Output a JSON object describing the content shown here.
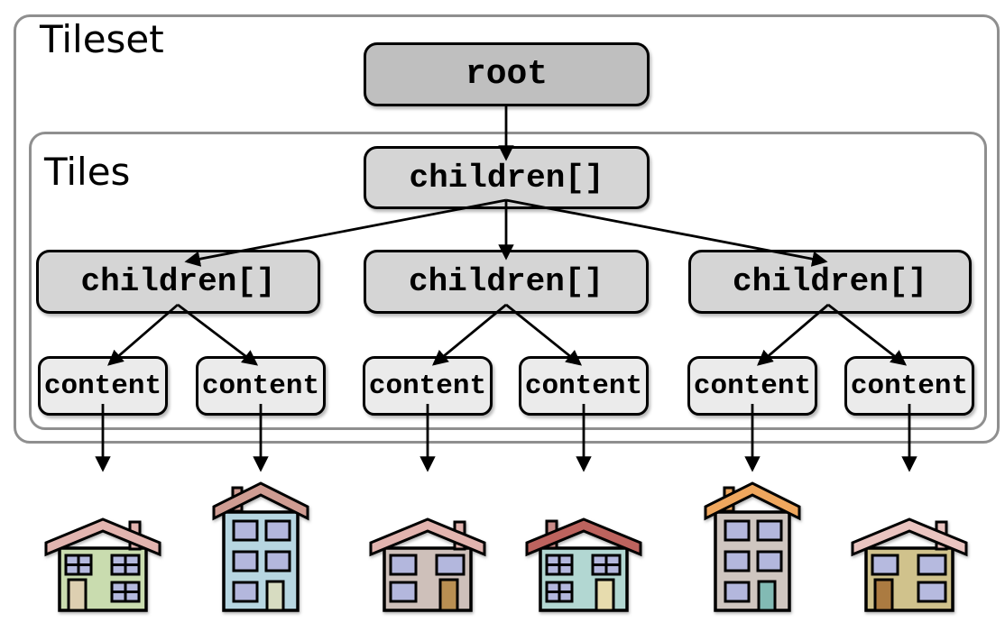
{
  "diagram": {
    "outer_group_label": "Tileset",
    "inner_group_label": "Tiles",
    "nodes": {
      "root": {
        "label": "root"
      },
      "children_top": {
        "label": "children[]"
      },
      "children_left": {
        "label": "children[]"
      },
      "children_middle": {
        "label": "children[]"
      },
      "children_right": {
        "label": "children[]"
      },
      "contents": [
        {
          "label": "content"
        },
        {
          "label": "content"
        },
        {
          "label": "content"
        },
        {
          "label": "content"
        },
        {
          "label": "content"
        },
        {
          "label": "content"
        }
      ]
    },
    "edges": [
      {
        "from": "root",
        "to": "children_top"
      },
      {
        "from": "children_top",
        "to": "children_left"
      },
      {
        "from": "children_top",
        "to": "children_middle"
      },
      {
        "from": "children_top",
        "to": "children_right"
      },
      {
        "from": "children_left",
        "to": "content_1"
      },
      {
        "from": "children_left",
        "to": "content_2"
      },
      {
        "from": "children_middle",
        "to": "content_3"
      },
      {
        "from": "children_middle",
        "to": "content_4"
      },
      {
        "from": "children_right",
        "to": "content_5"
      },
      {
        "from": "children_right",
        "to": "content_6"
      },
      {
        "from": "content_1",
        "to": "house_1"
      },
      {
        "from": "content_2",
        "to": "house_2"
      },
      {
        "from": "content_3",
        "to": "house_3"
      },
      {
        "from": "content_4",
        "to": "house_4"
      },
      {
        "from": "content_5",
        "to": "house_5"
      },
      {
        "from": "content_6",
        "to": "house_6"
      }
    ],
    "colors": {
      "background": "#ffffff",
      "root_fill": "#bfbfbf",
      "children_fill": "#d5d5d5",
      "content_fill": "#ebebeb",
      "node_border": "#000000",
      "group_border": "#8f8f8f",
      "arrow": "#000000"
    }
  },
  "houses": [
    {
      "name": "house-1",
      "size": "small",
      "body": "#c9dcaf",
      "roof": "#e2b4af",
      "chimney": "#e2b4af",
      "window": "#b4b9de",
      "door": "#ddcfb1",
      "window_style": "cross",
      "door_side": "left",
      "chimney_side": "right"
    },
    {
      "name": "house-2",
      "size": "tall",
      "body": "#b7d6e1",
      "roof": "#cf9c92",
      "chimney": "#cf9c92",
      "window": "#b3b7dd",
      "door": "#d7dcc1",
      "window_style": "plain",
      "door_side": "right",
      "chimney_side": "left"
    },
    {
      "name": "house-3",
      "size": "small",
      "body": "#cec0ba",
      "roof": "#e2b4af",
      "chimney": "#e2b4af",
      "window": "#b3b7dd",
      "door": "#b98f52",
      "window_style": "plain",
      "door_side": "right",
      "chimney_side": "right"
    },
    {
      "name": "house-4",
      "size": "small",
      "body": "#b2d7d2",
      "roof": "#bd635e",
      "chimney": "#c98b88",
      "window": "#b3b7dd",
      "door": "#e7dcae",
      "window_style": "cross",
      "door_side": "right",
      "chimney_side": "left"
    },
    {
      "name": "house-5",
      "size": "tall",
      "body": "#cfc6c0",
      "roof": "#efa75e",
      "chimney": "#efa75e",
      "window": "#b3b7dd",
      "door": "#82bab4",
      "window_style": "plain",
      "door_side": "right",
      "chimney_side": "left"
    },
    {
      "name": "house-6",
      "size": "small",
      "body": "#d0c28c",
      "roof": "#eac4c0",
      "chimney": "#eac4c0",
      "window": "#b6badf",
      "door": "#ab7b41",
      "window_style": "plain",
      "door_side": "left",
      "chimney_side": "right"
    }
  ]
}
